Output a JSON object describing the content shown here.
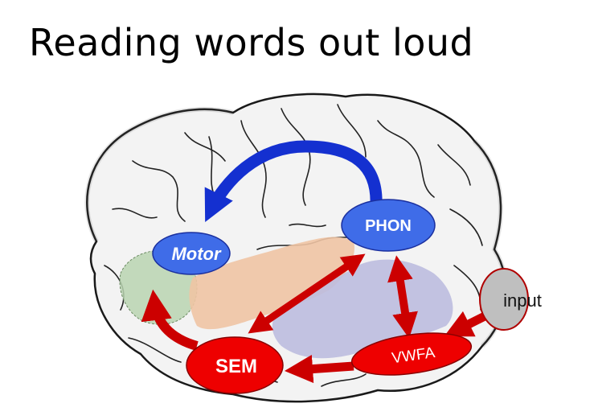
{
  "slide": {
    "title": "Reading words out loud"
  },
  "nodes": {
    "motor": {
      "label": "Motor"
    },
    "phon": {
      "label": "PHON"
    },
    "sem": {
      "label": "SEM"
    },
    "vwfa": {
      "label": "VWFA"
    },
    "input": {
      "label": "input"
    }
  },
  "colors": {
    "blue_node": "#3f6ce8",
    "red_node": "#ee0000",
    "red_arrow": "#cc0000",
    "blue_arrow": "#1430d0",
    "input_node": "#bfbfbf",
    "green_region": "#b9d3b0",
    "peach_region": "#efc4a4",
    "lavender_region": "#bcbcdf"
  }
}
